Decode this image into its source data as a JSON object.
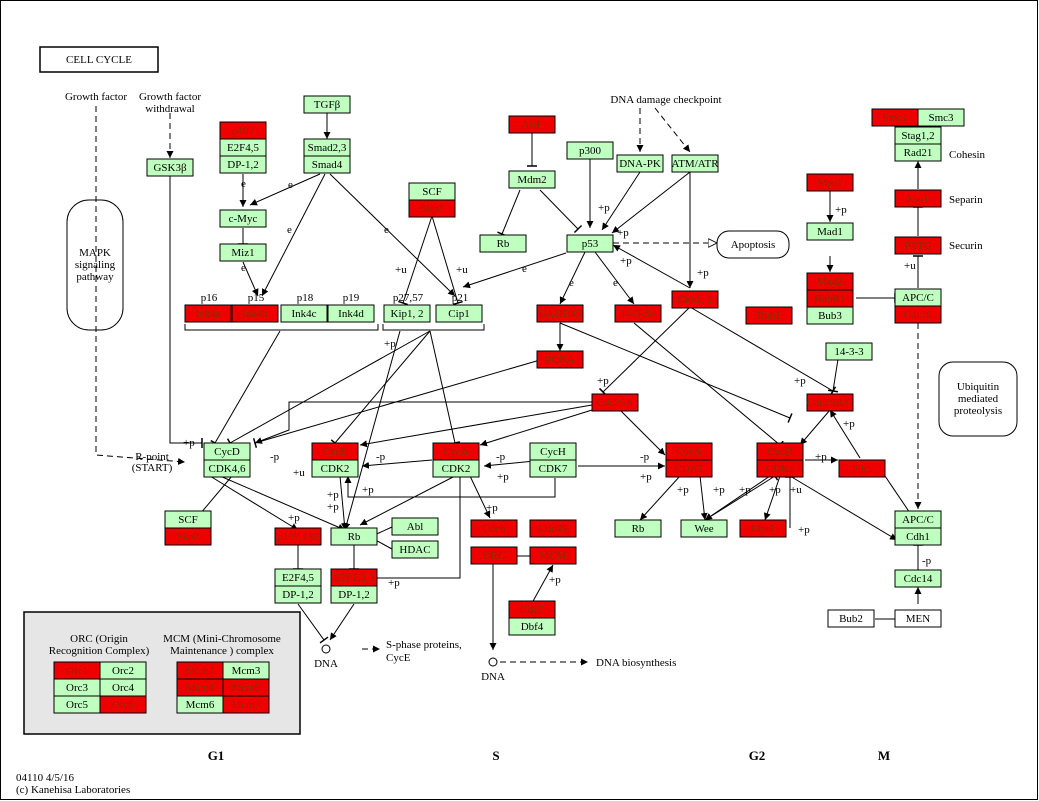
{
  "title": "CELL CYCLE",
  "footer": {
    "id_date": "04110 4/5/16",
    "copyright": "(c) Kanehisa Laboratories"
  },
  "phases": {
    "g1": "G1",
    "s": "S",
    "g2": "G2",
    "m": "M"
  },
  "colors": {
    "up": "#ee0000",
    "normal": "#bfffbf",
    "border": "#000000",
    "legend_bg": "#e6e6e6"
  },
  "nodes": {
    "p107": {
      "label": "p107",
      "state": "up"
    },
    "e2f45a": {
      "label": "E2F4,5",
      "state": "normal"
    },
    "dp12a": {
      "label": "DP-1,2",
      "state": "normal"
    },
    "tgfb": {
      "label": "TGFβ",
      "state": "normal"
    },
    "smad23": {
      "label": "Smad2,3",
      "state": "normal"
    },
    "smad4": {
      "label": "Smad4",
      "state": "normal"
    },
    "gsk3b": {
      "label": "GSK3β",
      "state": "normal"
    },
    "cmyc": {
      "label": "c-Myc",
      "state": "normal"
    },
    "miz1": {
      "label": "Miz1",
      "state": "normal"
    },
    "arf": {
      "label": "ARF",
      "state": "up"
    },
    "mdm2": {
      "label": "Mdm2",
      "state": "normal"
    },
    "rb_top": {
      "label": "Rb",
      "state": "normal"
    },
    "p300": {
      "label": "p300",
      "state": "normal"
    },
    "dnapk": {
      "label": "DNA-PK",
      "state": "normal"
    },
    "atmatr": {
      "label": "ATM/ATR",
      "state": "normal"
    },
    "p53": {
      "label": "p53",
      "state": "normal"
    },
    "scf_top": {
      "label": "SCF",
      "state": "normal"
    },
    "skp2_top": {
      "label": "Skp2",
      "state": "up"
    },
    "ink4a": {
      "label": "Ink4a",
      "state": "up"
    },
    "ink4b": {
      "label": "Ink4b",
      "state": "up"
    },
    "ink4c": {
      "label": "Ink4c",
      "state": "normal"
    },
    "ink4d": {
      "label": "Ink4d",
      "state": "normal"
    },
    "kip12": {
      "label": "Kip1, 2",
      "state": "normal"
    },
    "cip1": {
      "label": "Cip1",
      "state": "normal"
    },
    "gadd45": {
      "label": "GADD45",
      "state": "up"
    },
    "s1433s": {
      "label": "14-3-3σ",
      "state": "up"
    },
    "chk12": {
      "label": "Chk1, 2",
      "state": "up"
    },
    "pcna": {
      "label": "PCNA",
      "state": "up"
    },
    "mad1": {
      "label": "Mad1",
      "state": "normal"
    },
    "mps1": {
      "label": "Mps1",
      "state": "up"
    },
    "mad2": {
      "label": "Mad2",
      "state": "up"
    },
    "bubr1": {
      "label": "BubR1",
      "state": "up"
    },
    "bub3": {
      "label": "Bub3",
      "state": "normal"
    },
    "bub1": {
      "label": "Bub1",
      "state": "up"
    },
    "smc1": {
      "label": "Smc1",
      "state": "up"
    },
    "smc3": {
      "label": "Smc3",
      "state": "normal"
    },
    "stag12": {
      "label": "Stag1,2",
      "state": "normal"
    },
    "rad21": {
      "label": "Rad21",
      "state": "normal"
    },
    "esp1": {
      "label": "Esp1",
      "state": "up"
    },
    "pttg": {
      "label": "PTTG",
      "state": "up"
    },
    "apcc_top": {
      "label": "APC/C",
      "state": "normal"
    },
    "cdc20": {
      "label": "Cdc20",
      "state": "up"
    },
    "s1433": {
      "label": "14-3-3",
      "state": "normal"
    },
    "cdc25bc": {
      "label": "Cdc25B/C",
      "state": "up"
    },
    "cdc25a": {
      "label": "Cdc25A",
      "state": "up"
    },
    "cycd": {
      "label": "CycD",
      "state": "normal"
    },
    "cdk46": {
      "label": "CDK4,6",
      "state": "normal"
    },
    "cyce": {
      "label": "CycE",
      "state": "up"
    },
    "cdk2a": {
      "label": "CDK2",
      "state": "normal"
    },
    "cyca_s": {
      "label": "CycA",
      "state": "up"
    },
    "cdk2b": {
      "label": "CDK2",
      "state": "normal"
    },
    "cych": {
      "label": "CycH",
      "state": "normal"
    },
    "cdk7": {
      "label": "CDK7",
      "state": "normal"
    },
    "cyca_g2": {
      "label": "CycA",
      "state": "up"
    },
    "cdk1a": {
      "label": "CDK1",
      "state": "up"
    },
    "cycb": {
      "label": "CycB",
      "state": "up"
    },
    "cdk1b": {
      "label": "CDK1",
      "state": "up"
    },
    "plk1": {
      "label": "Plk1",
      "state": "up"
    },
    "rb_g2": {
      "label": "Rb",
      "state": "normal"
    },
    "wee": {
      "label": "Wee",
      "state": "normal"
    },
    "myt1": {
      "label": "Myt1",
      "state": "up"
    },
    "scf_bot": {
      "label": "SCF",
      "state": "normal"
    },
    "skp2_bot": {
      "label": "Skp2",
      "state": "up"
    },
    "p107130": {
      "label": "p107,130",
      "state": "up"
    },
    "e2f45b": {
      "label": "E2F4,5",
      "state": "normal"
    },
    "dp12b": {
      "label": "DP-1,2",
      "state": "normal"
    },
    "rb_mid": {
      "label": "Rb",
      "state": "normal"
    },
    "abl": {
      "label": "Abl",
      "state": "normal"
    },
    "hdac": {
      "label": "HDAC",
      "state": "normal"
    },
    "e2f123": {
      "label": "E2F1,2,3",
      "state": "up"
    },
    "dp12c": {
      "label": "DP-1,2",
      "state": "normal"
    },
    "cdc6": {
      "label": "Cdc6",
      "state": "up"
    },
    "cdc45": {
      "label": "Cdc45",
      "state": "up"
    },
    "orc": {
      "label": "ORC",
      "state": "up"
    },
    "mcm": {
      "label": "MCM",
      "state": "up"
    },
    "cdc7": {
      "label": "Cdc7",
      "state": "up"
    },
    "dbf4": {
      "label": "Dbf4",
      "state": "normal"
    },
    "apcc_bot": {
      "label": "APC/C",
      "state": "normal"
    },
    "cdh1": {
      "label": "Cdh1",
      "state": "normal"
    },
    "cdc14": {
      "label": "Cdc14",
      "state": "normal"
    },
    "bub2": {
      "label": "Bub2",
      "state": "white"
    },
    "men": {
      "label": "MEN",
      "state": "white"
    },
    "orc1": {
      "label": "Orc1",
      "state": "up"
    },
    "orc2": {
      "label": "Orc2",
      "state": "normal"
    },
    "orc3": {
      "label": "Orc3",
      "state": "normal"
    },
    "orc4": {
      "label": "Orc4",
      "state": "normal"
    },
    "orc5": {
      "label": "Orc5",
      "state": "normal"
    },
    "orc6": {
      "label": "Orc6",
      "state": "up"
    },
    "mcm2": {
      "label": "Mcm2",
      "state": "up"
    },
    "mcm3": {
      "label": "Mcm3",
      "state": "normal"
    },
    "mcm4": {
      "label": "Mcm4",
      "state": "up"
    },
    "mcm5": {
      "label": "Mcm5",
      "state": "up"
    },
    "mcm6": {
      "label": "Mcm6",
      "state": "normal"
    },
    "mcm7": {
      "label": "Mcm7",
      "state": "up"
    }
  },
  "labels": {
    "growth_factor": "Growth factor",
    "gf_withdrawal_1": "Growth factor",
    "gf_withdrawal_2": "withdrawal",
    "dna_damage": "DNA damage checkpoint",
    "mapk_1": "MAPK",
    "mapk_2": "signaling",
    "mapk_3": "pathway",
    "apoptosis": "Apoptosis",
    "ubiq_1": "Ubiquitin",
    "ubiq_2": "mediated",
    "ubiq_3": "proteolysis",
    "cohesin": "Cohesin",
    "separin": "Separin",
    "securin": "Securin",
    "p16": "p16",
    "p15": "p15",
    "p18": "p18",
    "p19": "p19",
    "p2757": "p27,57",
    "p21": "p21",
    "rpoint_1": "R-point",
    "rpoint_2": "(START)",
    "dna1": "DNA",
    "dna2": "DNA",
    "sphase_1": "S-phase proteins,",
    "sphase_2": "CycE",
    "dna_bio": "DNA biosynthesis",
    "legend_orc_1": "ORC (Origin",
    "legend_orc_2": "Recognition Complex)",
    "legend_mcm_1": "MCM (Mini-Chromosome",
    "legend_mcm_2": "Maintenance ) complex",
    "e": "e",
    "p": "+p",
    "mp": "-p",
    "u": "+u"
  }
}
